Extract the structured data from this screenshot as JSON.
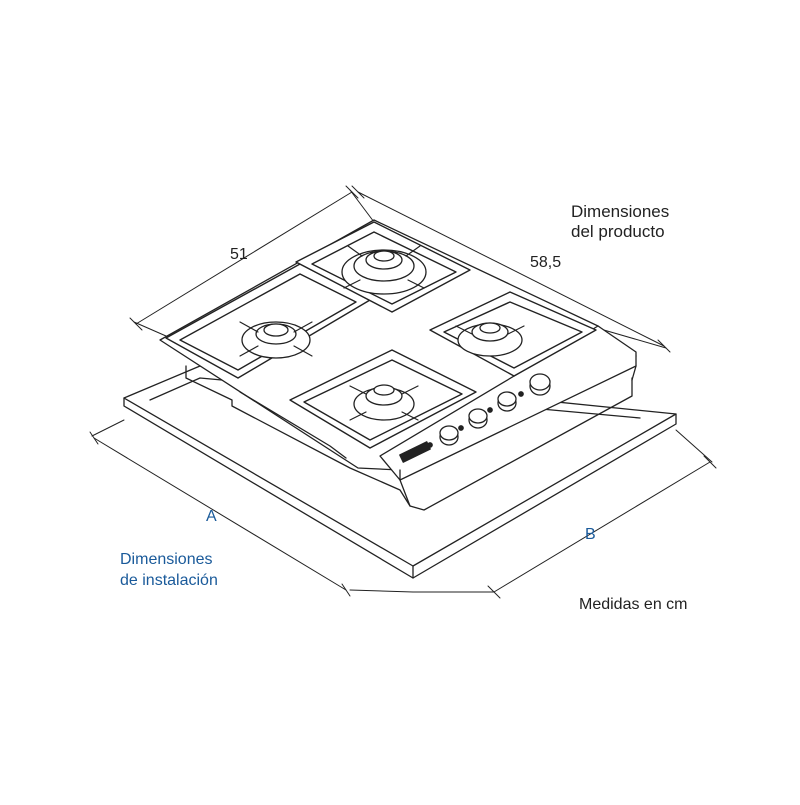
{
  "diagram": {
    "product_label_line1": "Dimensiones",
    "product_label_line2": "del producto",
    "width_value": "51",
    "depth_value": "58,5",
    "install_a": "A",
    "install_b": "B",
    "install_label_line1": "Dimensiones",
    "install_label_line2": "de instalación",
    "units_note": "Medidas en cm",
    "burner_count": 4,
    "knob_count": 4
  },
  "colors": {
    "line": "#222222",
    "accent": "#1a5a9a",
    "background": "#ffffff"
  }
}
